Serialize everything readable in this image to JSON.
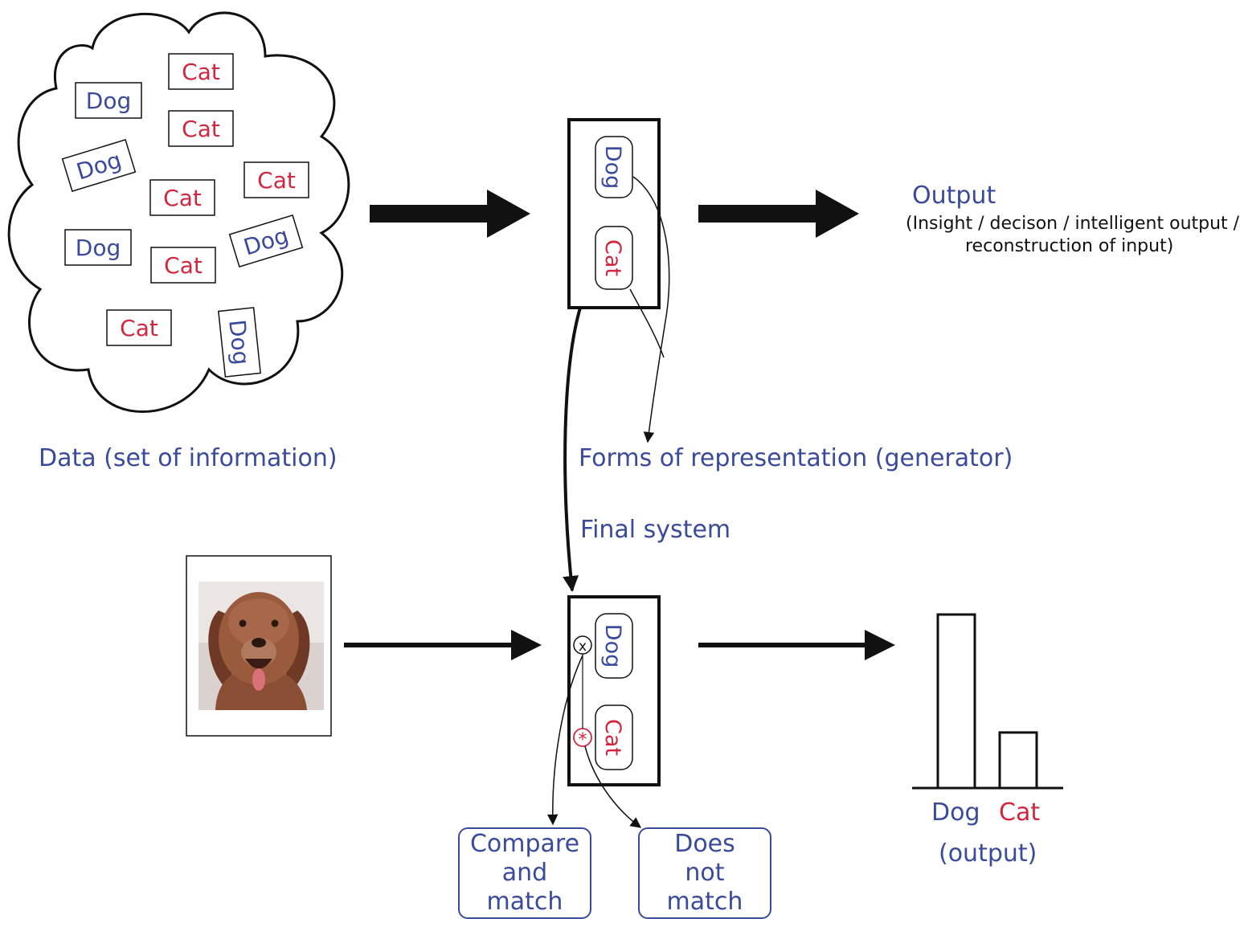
{
  "colors": {
    "blue": "#3a4a9c",
    "red": "#d0263e",
    "black": "#111111"
  },
  "cloud": {
    "tags": [
      {
        "text": "Cat",
        "color": "red"
      },
      {
        "text": "Dog",
        "color": "blue"
      },
      {
        "text": "Cat",
        "color": "red"
      },
      {
        "text": "Dog",
        "color": "blue"
      },
      {
        "text": "Cat",
        "color": "red"
      },
      {
        "text": "Cat",
        "color": "red"
      },
      {
        "text": "Dog",
        "color": "blue"
      },
      {
        "text": "Dog",
        "color": "blue"
      },
      {
        "text": "Cat",
        "color": "red"
      },
      {
        "text": "Cat",
        "color": "red"
      },
      {
        "text": "Dog",
        "color": "blue"
      }
    ],
    "caption": "Data (set of information)"
  },
  "generator": {
    "dog_label": "Dog",
    "cat_label": "Cat",
    "caption": "Forms of representation (generator)"
  },
  "output": {
    "title": "Output",
    "subtitle_line1": "(Insight / decison / intelligent output /",
    "subtitle_line2": "reconstruction of input)"
  },
  "final_system": {
    "caption": "Final system",
    "dog_label": "Dog",
    "cat_label": "Cat",
    "match_marker": "x",
    "nomatch_marker": "*",
    "compare_box": [
      "Compare",
      "and",
      "match"
    ],
    "nomatch_box": [
      "Does",
      "not",
      "match"
    ]
  },
  "photo": {
    "icon": "dog-photo-icon"
  },
  "result_chart": {
    "dog_label": "Dog",
    "cat_label": "Cat",
    "caption": "(output)"
  },
  "chart_data": {
    "type": "bar",
    "categories": [
      "Dog",
      "Cat"
    ],
    "values": [
      1.0,
      0.32
    ],
    "xlabel": "(output)",
    "ylabel": "",
    "ylim": [
      0,
      1
    ]
  }
}
